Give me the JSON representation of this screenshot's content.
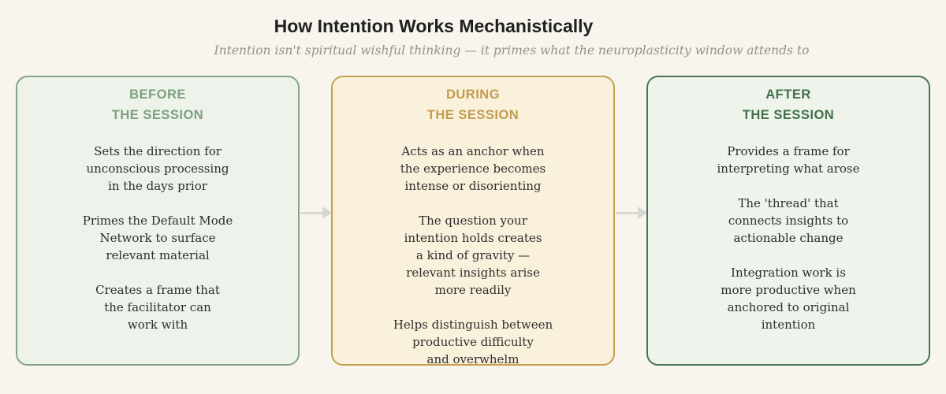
{
  "header": {
    "title": "How Intention Works Mechanistically",
    "subtitle": "Intention isn't spiritual wishful thinking — it primes what the neuroplasticity window attends to"
  },
  "cards": [
    {
      "id": "before",
      "heading": "BEFORE\nTHE SESSION",
      "heading_color": "#7da180",
      "border_color": "#85a487",
      "bg_color": "#edf2ea",
      "paragraphs": [
        "Sets the direction for\nunconscious processing\nin the days prior",
        "Primes the Default Mode\nNetwork to surface\nrelevant material",
        "Creates a frame that\nthe facilitator can\nwork with"
      ]
    },
    {
      "id": "during",
      "heading": "DURING\nTHE SESSION",
      "heading_color": "#c29c50",
      "border_color": "#c7a04e",
      "bg_color": "#faf1dc",
      "paragraphs": [
        "Acts as an anchor when\nthe experience becomes\nintense or disorienting",
        "The question your\nintention holds creates\na kind of gravity —\nrelevant insights arise\nmore readily",
        "Helps distinguish between\nproductive difficulty\nand overwhelm"
      ]
    },
    {
      "id": "after",
      "heading": "AFTER\nTHE SESSION",
      "heading_color": "#41704a",
      "border_color": "#4a7254",
      "bg_color": "#eef3ec",
      "paragraphs": [
        "Provides a frame for\ninterpreting what arose",
        "The 'thread' that\nconnects insights to\nactionable change",
        "Integration work is\nmore productive when\nanchored to original\nintention"
      ]
    }
  ],
  "arrow": {
    "color": "#d8d7d1"
  },
  "colors": {
    "background": "#f8f5ef",
    "title": "#1f1f1f",
    "subtitle": "#95928b",
    "body_text": "#2e2e2e"
  }
}
